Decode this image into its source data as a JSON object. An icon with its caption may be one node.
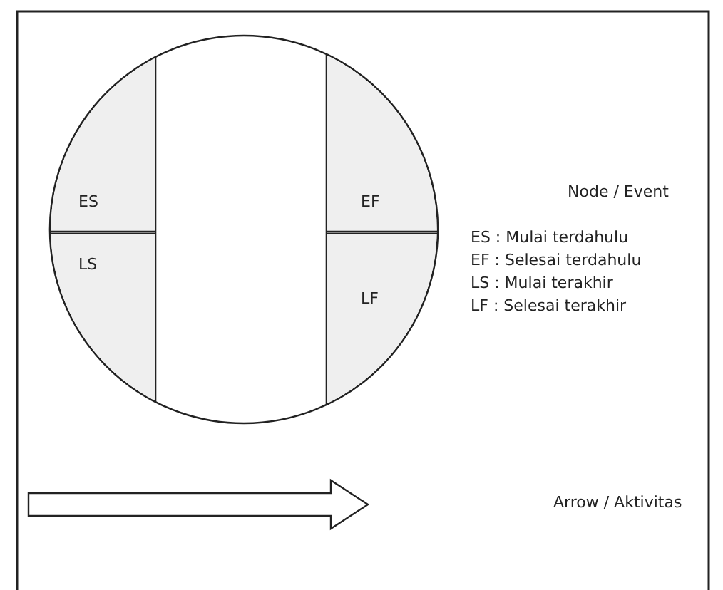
{
  "diagram": {
    "nodes": [
      {
        "text": [],
        "shape": "circle"
      },
      {
        "text": [
          "ES"
        ],
        "in": 0
      },
      {
        "text": [
          "LS"
        ],
        "in": 0
      },
      {
        "text": [
          "EF"
        ],
        "in": 0
      },
      {
        "text": [
          "LF"
        ],
        "in": 0
      }
    ],
    "labels": [
      "Node / Event",
      "ES : Mulai terdahulu",
      "EF : Selesai terdahulu",
      "LS : Mulai terakhir",
      "LF : Selesai terakhir",
      "Arrow / Aktivitas"
    ]
  }
}
